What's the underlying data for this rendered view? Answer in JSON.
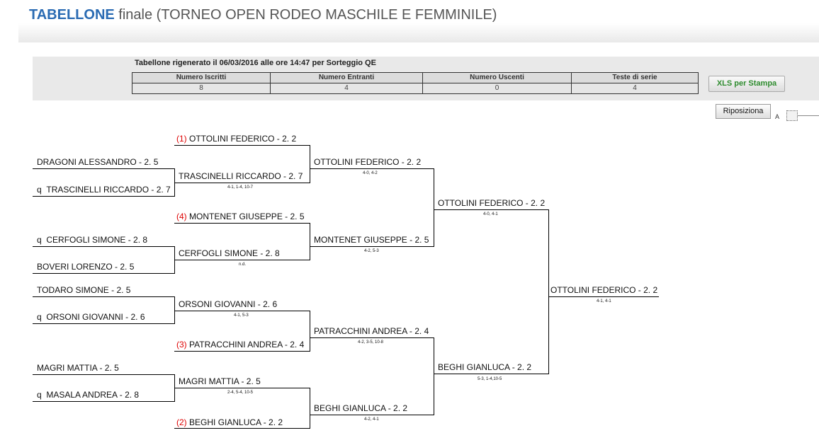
{
  "header": {
    "title_strong": "TABELLONE",
    "title_rest": "finale (TORNEO OPEN RODEO MASCHILE E FEMMINILE)"
  },
  "info": {
    "regen": "Tabellone rigenerato il 06/03/2016 alle ore 14:47 per Sorteggio QE",
    "stats": [
      {
        "label": "Numero Iscritti",
        "value": "8"
      },
      {
        "label": "Numero Entranti",
        "value": "4"
      },
      {
        "label": "Numero Uscenti",
        "value": "0"
      },
      {
        "label": "Teste di serie",
        "value": "4"
      }
    ],
    "xls_label": "XLS per Stampa",
    "reposition_label": "Riposiziona",
    "a_label": "A"
  },
  "bracket": {
    "qualifiers": [
      {
        "prefix": "",
        "name": "DRAGONI ALESSANDRO - 2. 5"
      },
      {
        "prefix": "q",
        "name": "TRASCINELLI RICCARDO - 2. 7"
      },
      {
        "prefix": "q",
        "name": "CERFOGLI SIMONE - 2. 8"
      },
      {
        "prefix": "",
        "name": "BOVERI LORENZO - 2. 5"
      },
      {
        "prefix": "",
        "name": "TODARO SIMONE - 2. 5"
      },
      {
        "prefix": "q",
        "name": "ORSONI GIOVANNI - 2. 6"
      },
      {
        "prefix": "",
        "name": "MAGRI MATTIA - 2. 5"
      },
      {
        "prefix": "q",
        "name": "MASALA ANDREA - 2. 8"
      }
    ],
    "first_round": [
      {
        "seed": "(1)",
        "name": "OTTOLINI FEDERICO - 2. 2",
        "score": ""
      },
      {
        "seed": "",
        "name": "TRASCINELLI RICCARDO - 2. 7",
        "score": "4-1, 1-4, 10-7"
      },
      {
        "seed": "(4)",
        "name": "MONTENET GIUSEPPE - 2. 5",
        "score": ""
      },
      {
        "seed": "",
        "name": "CERFOGLI SIMONE - 2. 8",
        "score": "n.d."
      },
      {
        "seed": "",
        "name": "ORSONI GIOVANNI - 2. 6",
        "score": "4-1, 5-3"
      },
      {
        "seed": "(3)",
        "name": "PATRACCHINI ANDREA - 2. 4",
        "score": ""
      },
      {
        "seed": "",
        "name": "MAGRI MATTIA - 2. 5",
        "score": "2-4, 5-4, 10-5"
      },
      {
        "seed": "(2)",
        "name": "BEGHI GIANLUCA - 2. 2",
        "score": ""
      }
    ],
    "quarters": [
      {
        "name": "OTTOLINI FEDERICO - 2. 2",
        "score": "4-0, 4-2"
      },
      {
        "name": "MONTENET GIUSEPPE - 2. 5",
        "score": "4-2, 5-3"
      },
      {
        "name": "PATRACCHINI ANDREA - 2. 4",
        "score": "4-2, 3-5, 10-8"
      },
      {
        "name": "BEGHI GIANLUCA - 2. 2",
        "score": "4-2, 4-1"
      }
    ],
    "semis": [
      {
        "name": "OTTOLINI FEDERICO - 2. 2",
        "score": "4-0, 4-1"
      },
      {
        "name": "BEGHI GIANLUCA - 2. 2",
        "score": "5-3, 1-4,10-5"
      }
    ],
    "final": {
      "name": "OTTOLINI FEDERICO - 2. 2",
      "score": "4-1, 4-1"
    }
  }
}
